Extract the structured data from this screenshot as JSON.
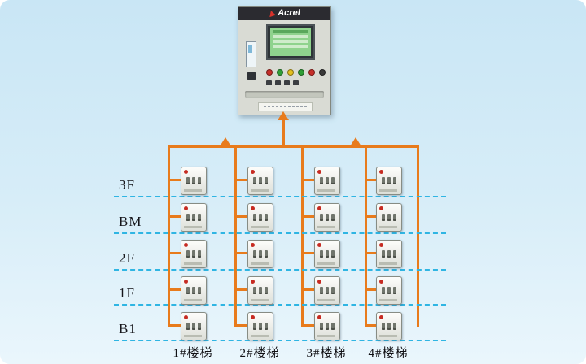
{
  "cabinet": {
    "brand": "Acrel",
    "led_colors": [
      "#c62f2a",
      "#2f9e36",
      "#e3bf1f",
      "#2f9e36",
      "#c62f2a",
      "#3a3a3a"
    ]
  },
  "floors": [
    {
      "label": "3F"
    },
    {
      "label": "BM"
    },
    {
      "label": "2F"
    },
    {
      "label": "1F"
    },
    {
      "label": "B1"
    }
  ],
  "stairs": [
    {
      "label": "1#楼梯"
    },
    {
      "label": "2#楼梯"
    },
    {
      "label": "3#楼梯"
    },
    {
      "label": "4#楼梯"
    }
  ],
  "grid": {
    "rows": 5,
    "columns": 4
  },
  "colors": {
    "bus": "#e87b1c",
    "floor_line": "#2fb5e3",
    "device_dot": "#c62b22",
    "screen": "#8fd38d",
    "cabinet_header": "#2b2b30",
    "cabinet_body": "#d9dbd4",
    "background_top": "#c9e6f5",
    "background_bottom": "#eaf6fc"
  }
}
